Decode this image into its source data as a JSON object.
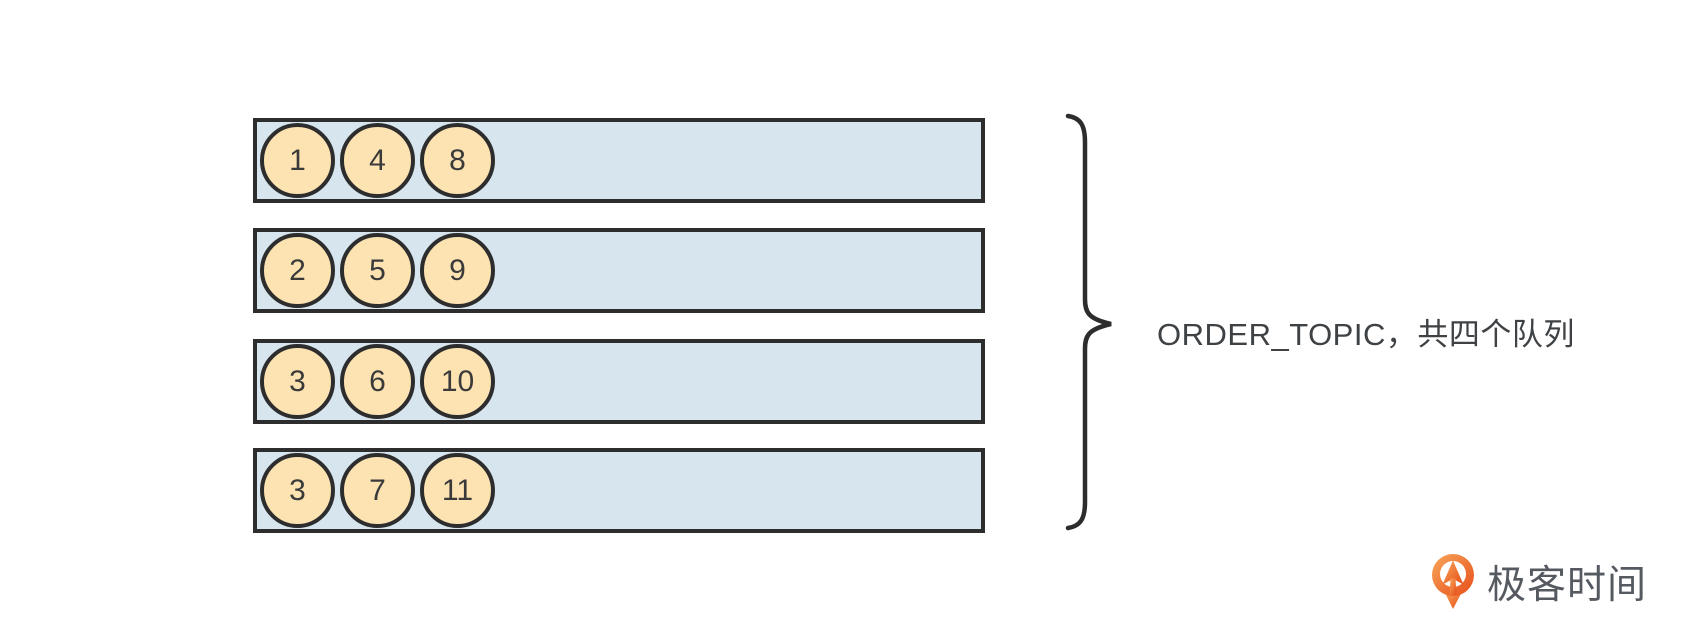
{
  "diagram": {
    "queues": [
      {
        "id": "queue-1",
        "messages": [
          "1",
          "4",
          "8"
        ]
      },
      {
        "id": "queue-2",
        "messages": [
          "2",
          "5",
          "9"
        ]
      },
      {
        "id": "queue-3",
        "messages": [
          "3",
          "6",
          "10"
        ]
      },
      {
        "id": "queue-4",
        "messages": [
          "3",
          "7",
          "11"
        ]
      }
    ],
    "annotation": {
      "label": "ORDER_TOPIC，共四个队列"
    }
  },
  "branding": {
    "logo_text": "极客时间",
    "logo_icon": "geektime-pin-arrow-icon"
  },
  "colors": {
    "queue_fill": "#d6e5ee",
    "stroke": "#2d2d2d",
    "message_fill": "#fce3b1",
    "message_text": "#3a3a3a",
    "label_text": "#3f4245",
    "logo_text": "#555a61",
    "logo_orange_start": "#f9a65a",
    "logo_orange_end": "#e64e1a"
  }
}
